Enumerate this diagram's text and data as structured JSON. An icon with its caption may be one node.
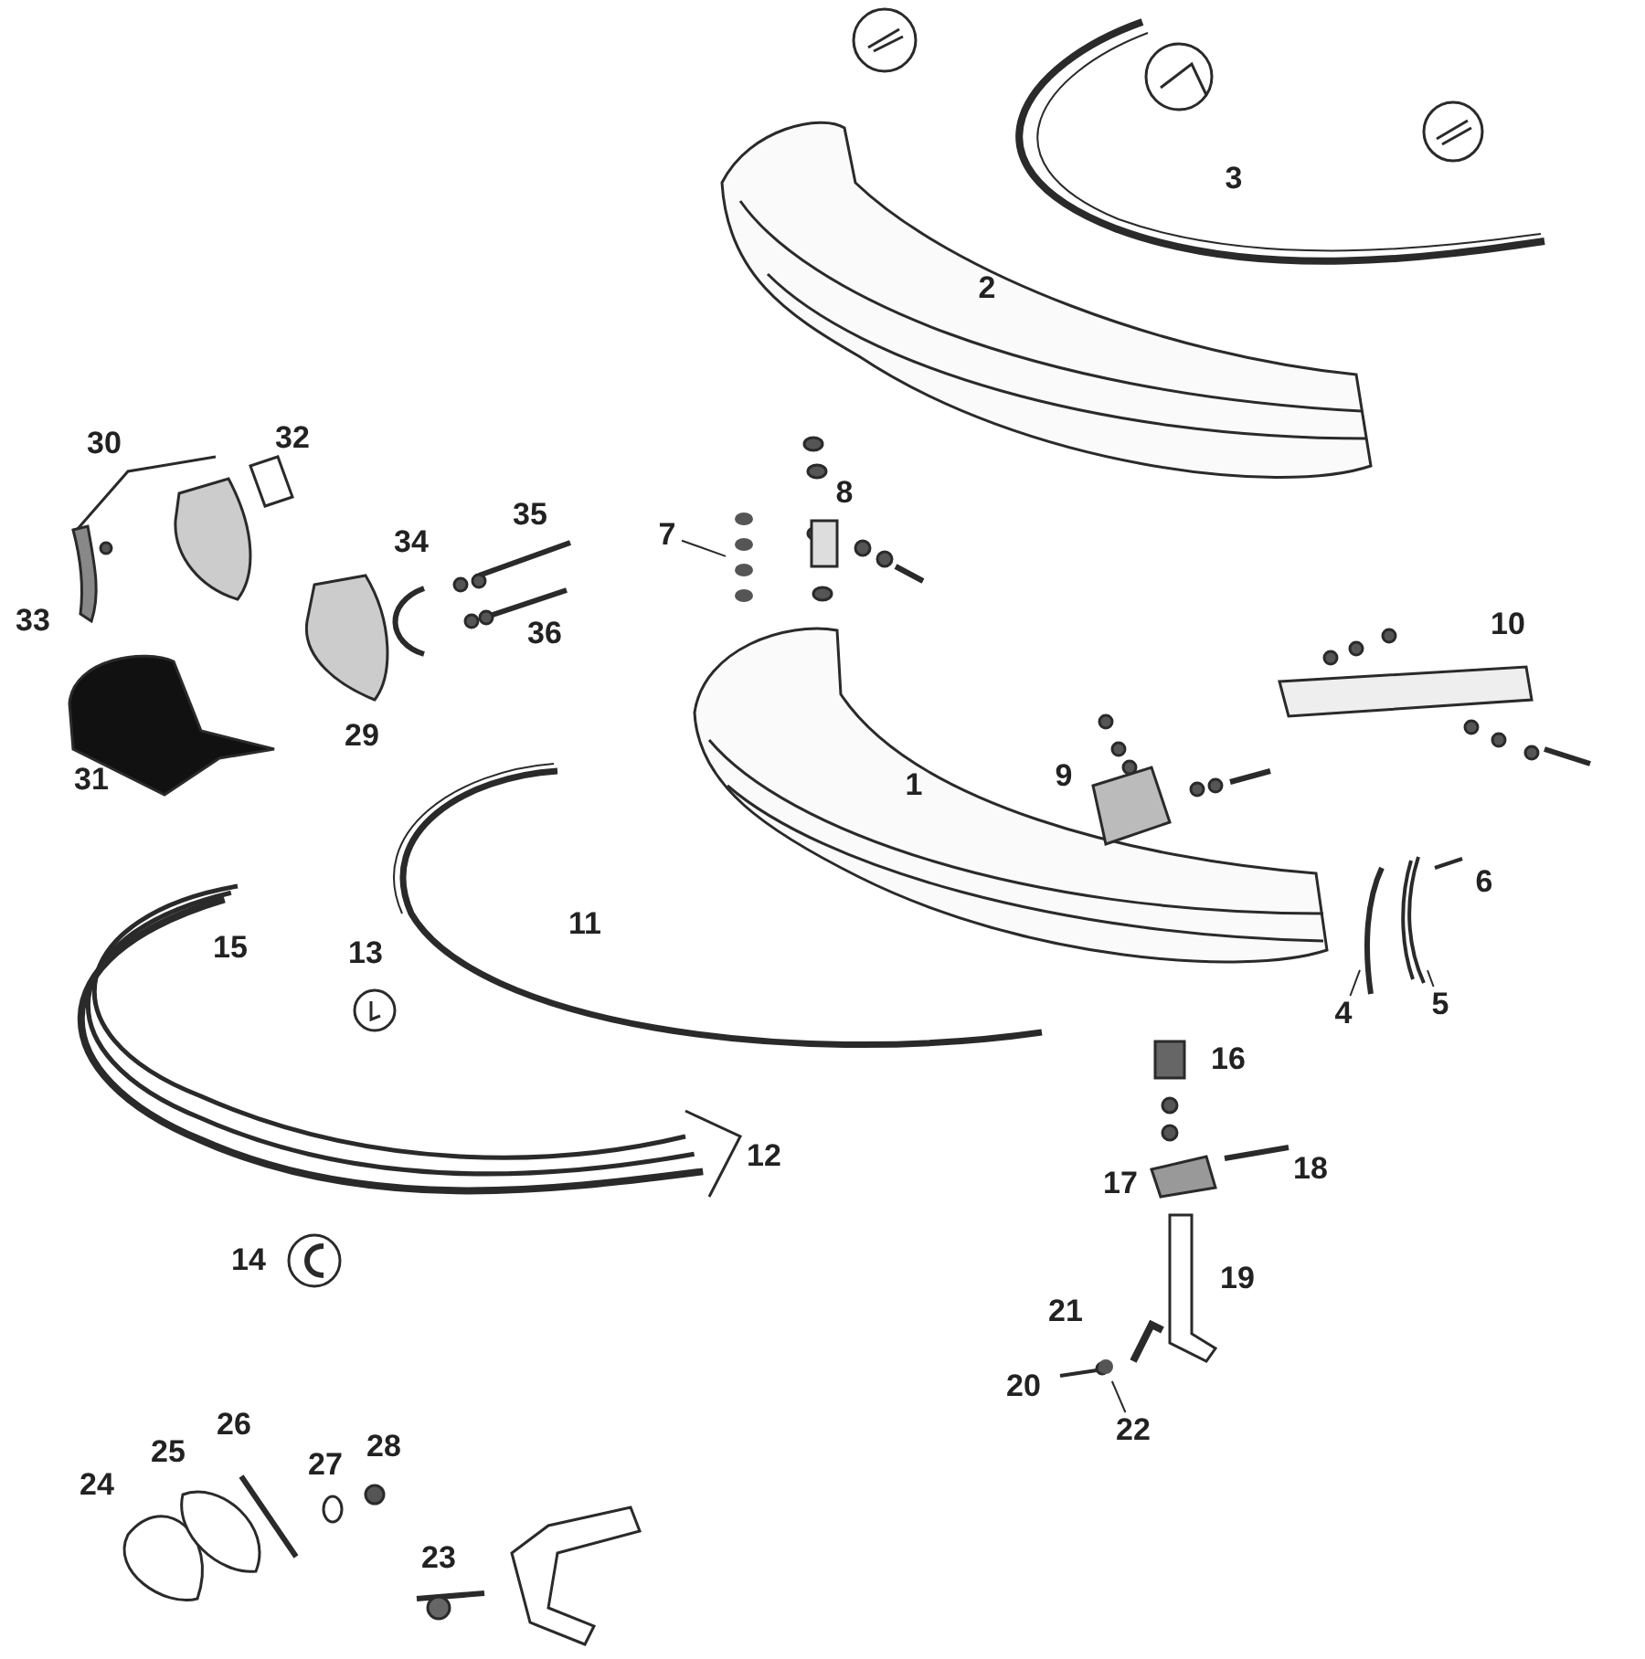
{
  "diagram": {
    "nodes": [
      {
        "text": [
          "7"
        ]
      },
      {
        "text": [],
        "shape": "picture"
      },
      {
        "text": [
          "4"
        ]
      },
      {
        "text": [],
        "shape": "picture"
      },
      {
        "text": [
          "5"
        ]
      },
      {
        "text": [],
        "shape": "picture"
      },
      {
        "text": [
          "22"
        ]
      },
      {
        "text": [],
        "shape": "picture"
      }
    ],
    "edges": [
      {
        "from": 0,
        "to": 1,
        "arrow": "none"
      },
      {
        "from": 2,
        "to": 3,
        "arrow": "none"
      },
      {
        "from": 4,
        "to": 5,
        "arrow": "none"
      },
      {
        "from": 6,
        "to": 7,
        "arrow": "none"
      }
    ],
    "labels": [
      "3",
      "2",
      "32",
      "30",
      "8",
      "35",
      "34",
      "33",
      "36",
      "10",
      "29",
      "1",
      "9",
      "31",
      "11",
      "6",
      "15",
      "13",
      "12",
      "16",
      "17",
      "18",
      "14",
      "19",
      "21",
      "20",
      "26",
      "28",
      "25",
      "27",
      "24",
      "23"
    ]
  }
}
